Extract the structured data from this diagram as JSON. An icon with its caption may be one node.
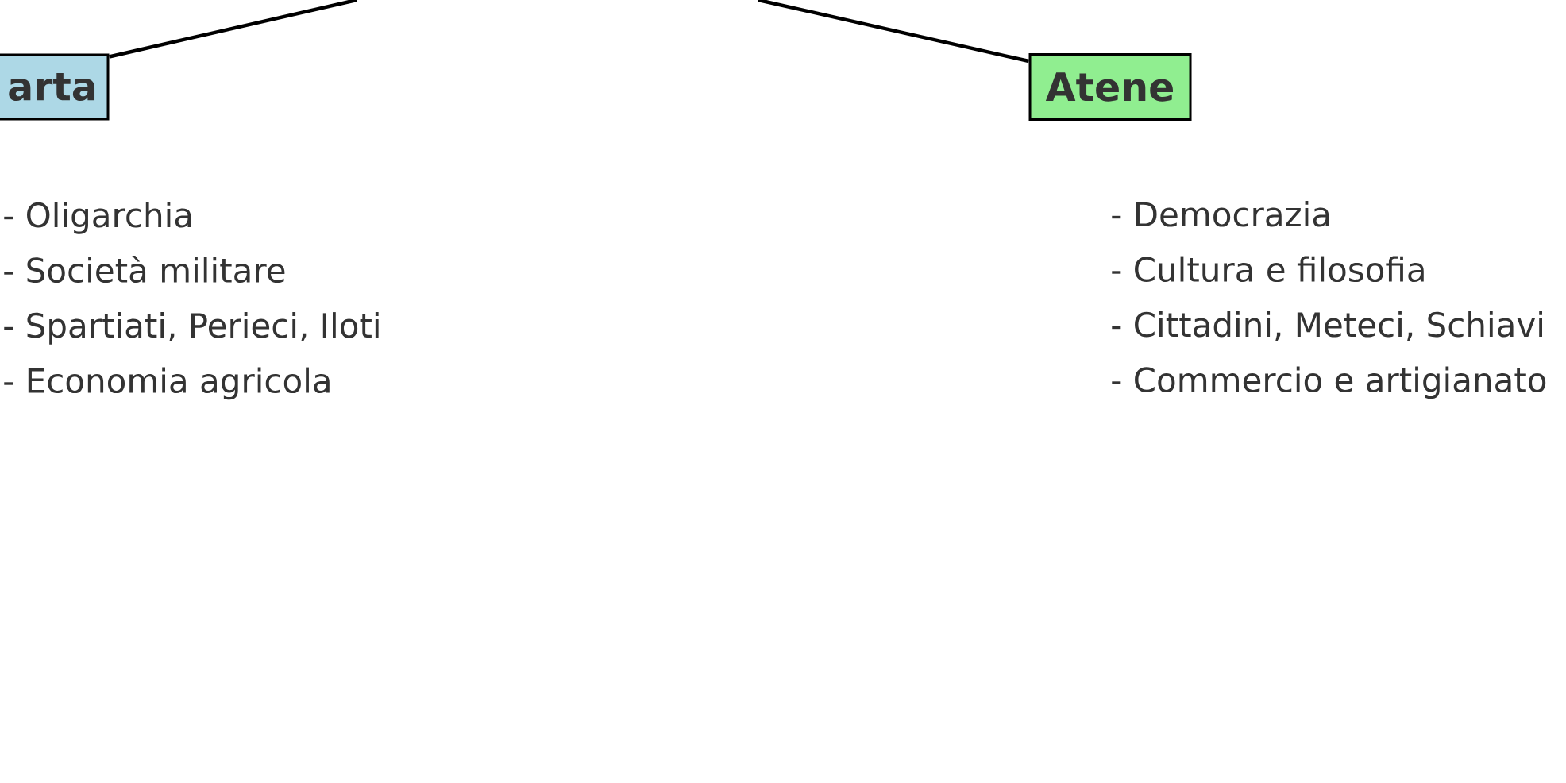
{
  "diagram": {
    "nodes": [
      {
        "text": [
          "arta"
        ],
        "beside": [
          "- Oligarchia",
          "- Società militare",
          "- Spartiati, Perieci, Iloti",
          "- Economia agricola"
        ]
      },
      {
        "text": [
          "Atene"
        ],
        "beside": [
          "- Democrazia",
          "- Cultura e filosofia",
          "- Cittadini, Meteci, Schiavi",
          "- Commercio e artigianato"
        ]
      }
    ],
    "edges": [
      {
        "from": null,
        "to": 0,
        "arrow": "none"
      },
      {
        "from": null,
        "to": 1,
        "arrow": "none"
      }
    ]
  }
}
